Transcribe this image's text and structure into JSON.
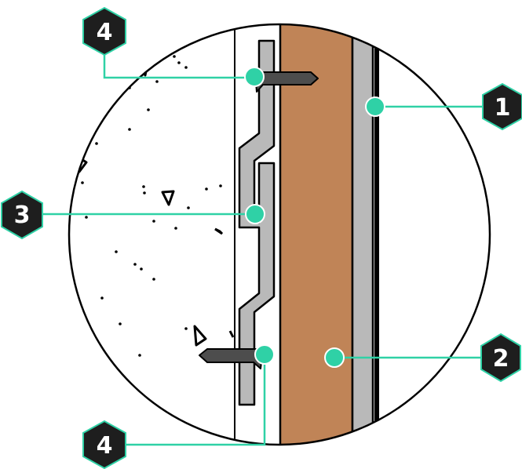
{
  "colors": {
    "background": "#ffffff",
    "outline": "#000000",
    "brick": "#c08457",
    "profile_gray": "#b9b9b9",
    "anchor_dark": "#4d4d4d",
    "leader_teal": "#2fd1a6",
    "badge_fill": "#1e1e1e",
    "badge_text": "#ffffff"
  },
  "callouts": [
    {
      "id": "callout-1",
      "number": "1",
      "target": "outer-gray-panel"
    },
    {
      "id": "callout-2",
      "number": "2",
      "target": "brick-layer"
    },
    {
      "id": "callout-3",
      "number": "3",
      "target": "zigzag-channel"
    },
    {
      "id": "callout-4-top",
      "number": "4",
      "target": "anchor-top"
    },
    {
      "id": "callout-4-bottom",
      "number": "4",
      "target": "anchor-bottom"
    }
  ],
  "icons": [
    "hexagon-badge",
    "anchor-bolt",
    "leader-dot"
  ]
}
